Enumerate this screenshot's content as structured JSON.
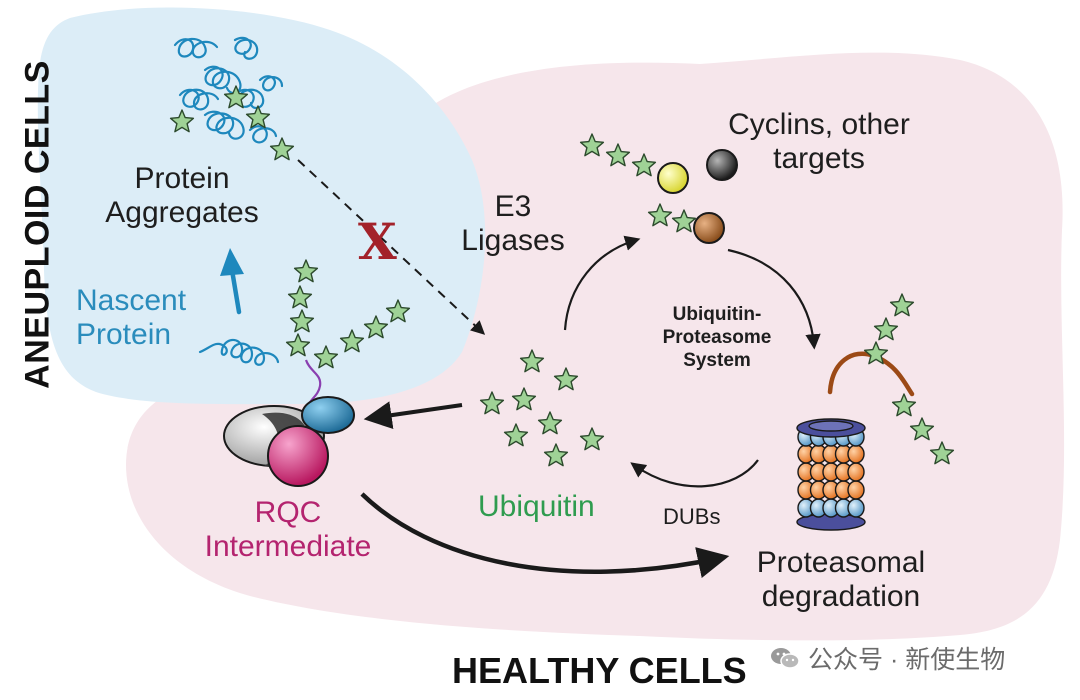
{
  "titles": {
    "side": "ANEUPLOID CELLS",
    "bottom": "HEALTHY CELLS"
  },
  "labels": {
    "protein_aggregates": [
      "Protein",
      "Aggregates"
    ],
    "nascent_protein": [
      "Nascent",
      "Protein"
    ],
    "e3_ligases": [
      "E3",
      "Ligases"
    ],
    "cyclins": [
      "Cyclins, other",
      "targets"
    ],
    "ups": [
      "Ubiquitin-",
      "Proteasome",
      "System"
    ],
    "ubiquitin": "Ubiquitin",
    "dubs": "DUBs",
    "rqc": [
      "RQC",
      "Intermediate"
    ],
    "proteasomal": [
      "Proteasomal",
      "degradation"
    ],
    "blocked_mark": "X"
  },
  "watermark": {
    "icon": "wechat-icon",
    "text": "公众号 · 新使生物"
  },
  "colors": {
    "aneuploid_region": "#dcedf7",
    "healthy_region": "#f6e6eb",
    "ubiquitin_star": "#9fd296",
    "ubiquitin_star_outline": "#2c4a2c",
    "aggregate_coil": "#1e88bd",
    "nascent_text": "#2a8cbc",
    "ubiquitin_text": "#2f9c4f",
    "rqc_text": "#b4246f",
    "x_mark": "#a3222a",
    "proteasome_orange": "#f28a3c",
    "proteasome_blue": "#7cb7e0",
    "proteasome_cap": "#4b4f9c"
  }
}
